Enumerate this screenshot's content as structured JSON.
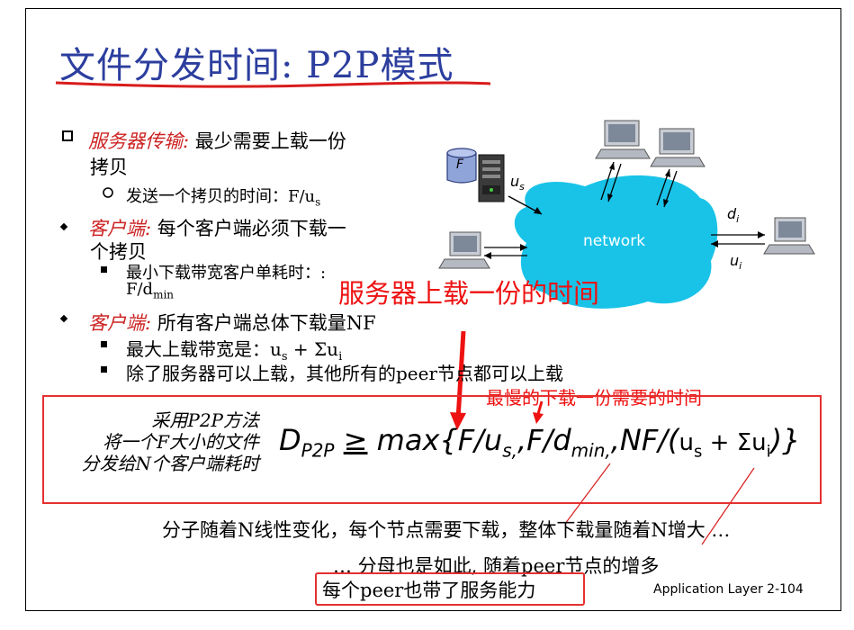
{
  "title": "文件分发时间: P2P模式",
  "bullets": {
    "b1_label": "服务器传输:",
    "b1_text_a": "最少需要上载一份",
    "b1_text_b": "拷贝",
    "b1_sub": "发送一个拷贝的时间：F/u",
    "b1_sub_s": "s",
    "b2_label": "客户端:",
    "b2_text_a": "每个客户端必须下载一",
    "b2_text_b": "个拷贝",
    "b2_sub_a": "最小下载带宽客户单耗时：:",
    "b2_sub_b": "F/d",
    "b2_sub_b_min": "min",
    "b3_label": "客户端:",
    "b3_text": "所有客户端总体下载量NF",
    "b3_sub1": "最大上载带宽是：u",
    "b3_sub1_s": "s",
    "b3_sub1_tail": " + Σu",
    "b3_sub1_i": "i",
    "b3_sub2": "除了服务器可以上载，其他所有的peer节点都可以上载"
  },
  "diagram": {
    "network_label": "network",
    "file_label": "F",
    "us_label": "u",
    "us_sub": "s",
    "di_label": "d",
    "di_sub": "i",
    "ui_label": "u",
    "ui_sub": "i"
  },
  "annotations": {
    "main": "服务器上载一份的时间",
    "slowest": "最慢的下载一份需要的时间"
  },
  "formula": {
    "left_line1": "采用P2P方法",
    "left_line2": "将一个F大小的文件",
    "left_line3": "分发给N个客户端耗时",
    "D": "D",
    "D_sub": "P2P",
    "geq": "≥",
    "max_part": " max{F/u",
    "s1": "s,",
    "fd": ",F/d",
    "min_sub": "min,",
    "nf": ",NF/(",
    "us": "u",
    "us_sub": "s",
    "plus": " + Σu",
    "ui_sub": "i",
    "close": ")}"
  },
  "notes": {
    "note1": "分子随着N线性变化，每个节点需要下载，整体下载量随着N增大 …",
    "note2": "… 分母也是如此, 随着peer节点的增多",
    "note3": "每个peer也带了服务能力"
  },
  "footer": "Application Layer  2-104",
  "colors": {
    "title": "#2c3e9e",
    "accent_red": "#cc2222",
    "network_cloud": "#19c3e8",
    "annotation_red": "#ee1111"
  },
  "icons": [
    "square-bullet-icon",
    "circle-bullet-icon",
    "diamond-bullet-icon",
    "server-icon",
    "database-icon",
    "computer-icon",
    "arrow-icon"
  ]
}
